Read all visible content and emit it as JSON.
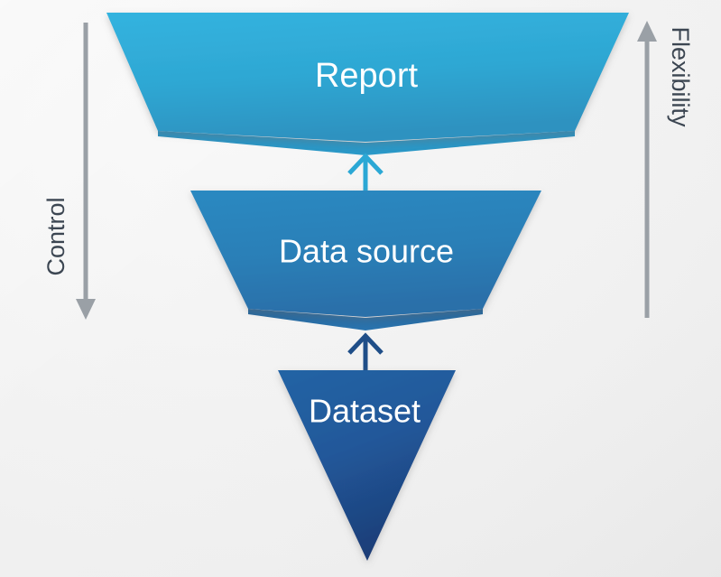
{
  "diagram": {
    "title": "Data hierarchy funnel",
    "background_color": "#f1f1f1",
    "levels": [
      {
        "id": "report",
        "label": "Report",
        "shape": "trapezoid",
        "order": 1,
        "fill_top": "#31b0dc",
        "fill_bottom": "#2f96c4",
        "label_font_size": 38
      },
      {
        "id": "data-source",
        "label": "Data source",
        "shape": "trapezoid",
        "order": 2,
        "fill_top": "#2b85bd",
        "fill_bottom": "#2a71ac",
        "label_font_size": 36
      },
      {
        "id": "dataset",
        "label": "Dataset",
        "shape": "triangle",
        "order": 3,
        "fill_top": "#2060a0",
        "fill_bottom": "#1d3f7a",
        "label_font_size": 36
      }
    ],
    "connectors": [
      {
        "id": "dataset-to-data-source",
        "direction": "up",
        "color": "#1f4e88",
        "from": "Dataset",
        "to": "Data source"
      },
      {
        "id": "data-source-to-report",
        "direction": "up",
        "color": "#2ba8d5",
        "from": "Data source",
        "to": "Report"
      }
    ],
    "axes": [
      {
        "id": "control-axis",
        "label": "Control",
        "side": "left",
        "direction": "down",
        "color": "#9aa0a6"
      },
      {
        "id": "flexibility-axis",
        "label": "Flexibility",
        "side": "right",
        "direction": "up",
        "color": "#9aa0a6"
      }
    ]
  }
}
